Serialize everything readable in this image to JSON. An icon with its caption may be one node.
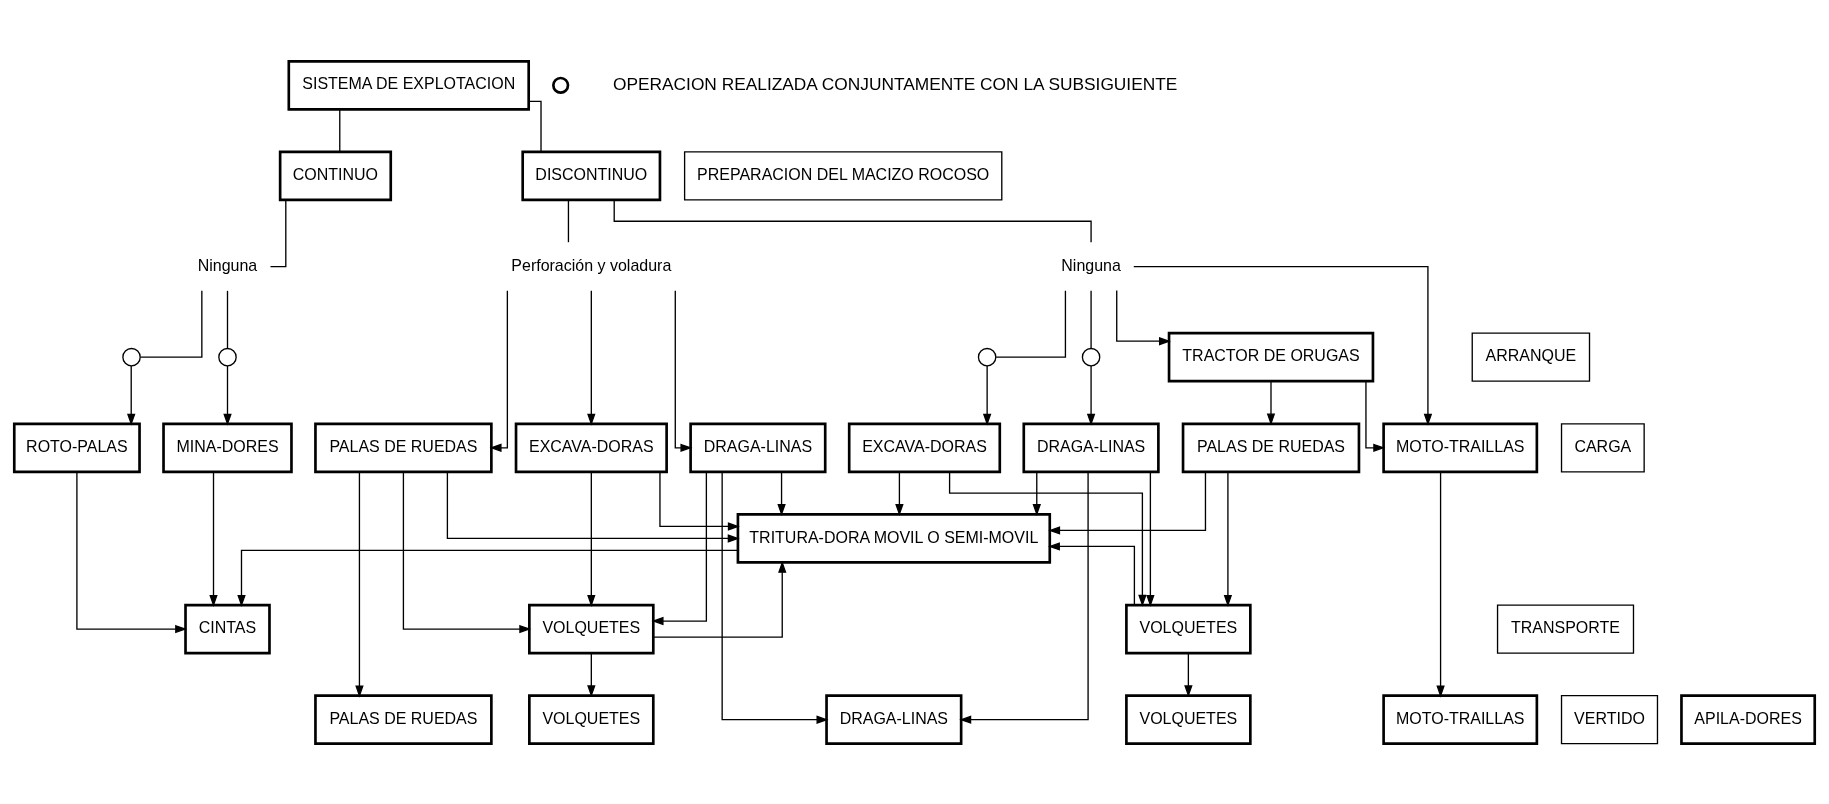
{
  "diagram": {
    "nodes": [
      {
        "text": [
          "SISTEMA DE EXPLOTACION"
        ]
      },
      {
        "text": [
          "PREPARACION DEL MACIZO ROCOSO"
        ]
      },
      {
        "text": [
          "CONTINUO"
        ]
      },
      {
        "text": [
          "DISCONTINUO"
        ]
      },
      {
        "text": [
          "Ninguna"
        ]
      },
      {
        "text": [
          "Ninguna"
        ]
      },
      {
        "text": [
          "Perforación y voladura"
        ]
      },
      {
        "text": [
          "ARRANQUE"
        ]
      },
      {
        "text": [],
        "shape": "circle"
      },
      {
        "text": [],
        "shape": "circle"
      },
      {
        "text": [
          "TRACTOR DE ORUGAS"
        ]
      },
      {
        "text": [],
        "shape": "circle"
      },
      {
        "text": [],
        "shape": "circle"
      },
      {
        "text": [
          "CARGA"
        ]
      },
      {
        "text": [
          "ROTO-PALAS"
        ]
      },
      {
        "text": [
          "MINA-DORES"
        ]
      },
      {
        "text": [
          "MOTO-TRAILLAS"
        ]
      },
      {
        "text": [
          "PALAS DE RUEDAS"
        ]
      },
      {
        "text": [
          "EXCAVA-DORAS"
        ]
      },
      {
        "text": [
          "DRAGA-LINAS"
        ]
      },
      {
        "text": [
          "DRAGA-LINAS"
        ]
      },
      {
        "text": [
          "EXCAVA-DORAS"
        ]
      },
      {
        "text": [
          "PALAS DE RUEDAS"
        ]
      },
      {
        "text": [
          "TRITURA-DORA MOVIL O SEMI-MOVIL"
        ]
      },
      {
        "text": [
          "TRANSPORTE"
        ]
      },
      {
        "text": [
          "CINTAS"
        ]
      },
      {
        "text": [
          "VOLQUETES"
        ]
      },
      {
        "text": [
          "VOLQUETES"
        ]
      },
      {
        "text": [
          "VERTIDO"
        ]
      },
      {
        "text": [
          "APILA-DORES"
        ]
      },
      {
        "text": [
          "MOTO-TRAILLAS"
        ]
      },
      {
        "text": [
          "VOLQUETES"
        ]
      },
      {
        "text": [
          "DRAGA-LINAS"
        ]
      },
      {
        "text": [
          "VOLQUETES"
        ]
      },
      {
        "text": [
          "PALAS DE RUEDAS"
        ]
      }
    ],
    "edges": [
      {
        "from": 0,
        "to": 2,
        "arrow": "none"
      },
      {
        "from": 0,
        "to": 3,
        "arrow": "none"
      },
      {
        "from": 2,
        "to": 4,
        "arrow": "none"
      },
      {
        "from": 3,
        "to": 5,
        "arrow": "none"
      },
      {
        "from": 3,
        "to": 6,
        "arrow": "none"
      },
      {
        "from": 4,
        "to": 8,
        "arrow": "none"
      },
      {
        "from": 4,
        "to": 9,
        "arrow": "none"
      },
      {
        "from": 8,
        "to": 14,
        "arrow": "to"
      },
      {
        "from": 9,
        "to": 15,
        "arrow": "to"
      },
      {
        "from": 5,
        "to": 16,
        "arrow": "to"
      },
      {
        "from": 5,
        "to": 10,
        "arrow": "to"
      },
      {
        "from": 5,
        "to": 11,
        "arrow": "none"
      },
      {
        "from": 5,
        "to": 12,
        "arrow": "none"
      },
      {
        "from": 10,
        "to": 16,
        "arrow": "to"
      },
      {
        "from": 10,
        "to": 17,
        "arrow": "to"
      },
      {
        "from": 11,
        "to": 18,
        "arrow": "to"
      },
      {
        "from": 12,
        "to": 19,
        "arrow": "to"
      },
      {
        "from": 6,
        "to": 20,
        "arrow": "to"
      },
      {
        "from": 6,
        "to": 21,
        "arrow": "to"
      },
      {
        "from": 6,
        "to": 22,
        "arrow": "to"
      },
      {
        "from": 14,
        "to": 25,
        "arrow": "to"
      },
      {
        "from": 15,
        "to": 25,
        "arrow": "to"
      },
      {
        "from": 23,
        "to": 25,
        "arrow": "to"
      },
      {
        "from": 16,
        "to": 30,
        "arrow": "to"
      },
      {
        "from": 17,
        "to": 23,
        "arrow": "to"
      },
      {
        "from": 18,
        "to": 23,
        "arrow": "to"
      },
      {
        "from": 19,
        "to": 23,
        "arrow": "to"
      },
      {
        "from": 20,
        "to": 23,
        "arrow": "to"
      },
      {
        "from": 21,
        "to": 23,
        "arrow": "to"
      },
      {
        "from": 22,
        "to": 23,
        "arrow": "to"
      },
      {
        "from": 26,
        "to": 23,
        "arrow": "to"
      },
      {
        "from": 27,
        "to": 23,
        "arrow": "to"
      },
      {
        "from": 17,
        "to": 26,
        "arrow": "to"
      },
      {
        "from": 18,
        "to": 26,
        "arrow": "to"
      },
      {
        "from": 19,
        "to": 26,
        "arrow": "to"
      },
      {
        "from": 19,
        "to": 32,
        "arrow": "to"
      },
      {
        "from": 20,
        "to": 32,
        "arrow": "to"
      },
      {
        "from": 20,
        "to": 27,
        "arrow": "to"
      },
      {
        "from": 21,
        "to": 27,
        "arrow": "to"
      },
      {
        "from": 22,
        "to": 27,
        "arrow": "to"
      },
      {
        "from": 26,
        "to": 31,
        "arrow": "to"
      },
      {
        "from": 27,
        "to": 33,
        "arrow": "to"
      },
      {
        "from": 22,
        "to": 34,
        "arrow": "to"
      }
    ],
    "legend": [
      {
        "text": "OPERACION REALIZADA CONJUNTAMENTE CON LA SUBSIGUIENTE"
      }
    ]
  }
}
